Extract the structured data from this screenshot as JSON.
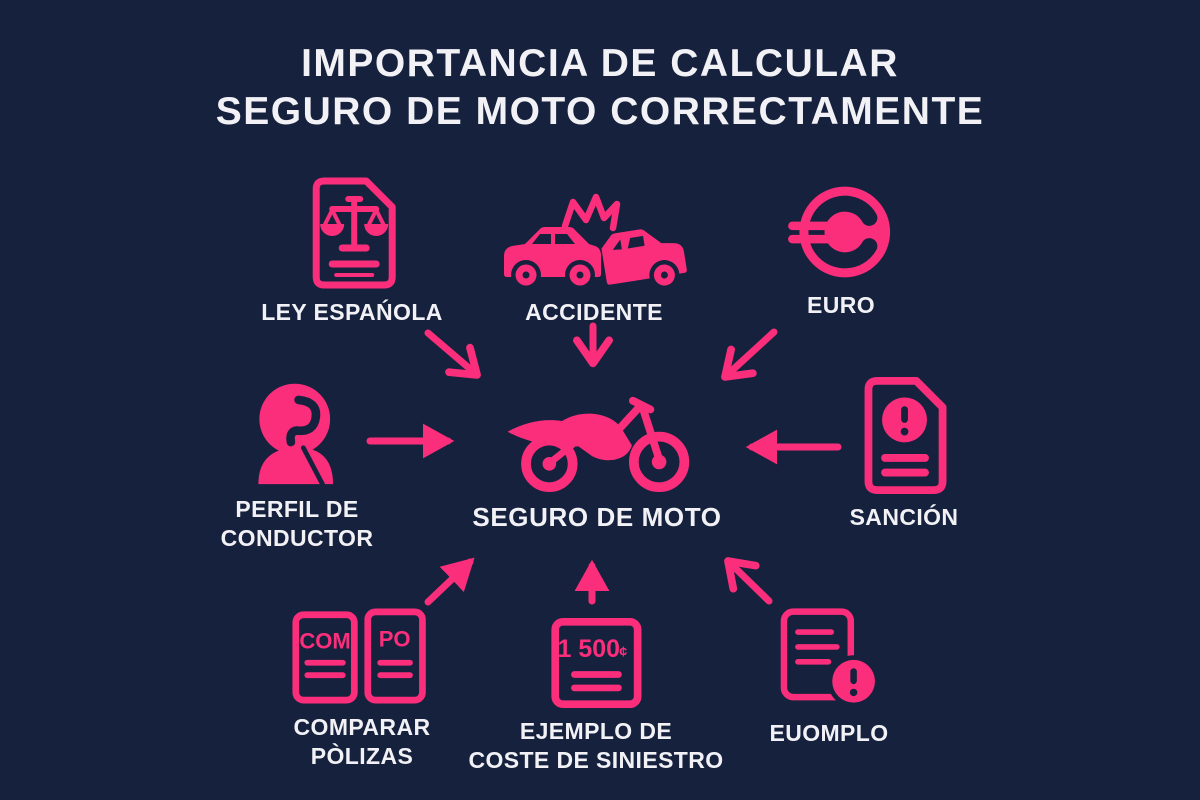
{
  "colors": {
    "background": "#16213D",
    "accent": "#FB2E7C",
    "text_white": "#F1F1F6"
  },
  "title": "IMPORTANCIA DE CALCULAR\nSEGURO DE MOTO CORRECTAMENTE",
  "center": {
    "label": "SEGURO DE MOTO",
    "icon": "motorcycle-icon"
  },
  "nodes": [
    {
      "id": "ley-espanola",
      "label": "LEY ESPAŃOLA",
      "icon": "law-scales-document-icon"
    },
    {
      "id": "accidente",
      "label": "ACCIDENTE",
      "icon": "car-crash-icon"
    },
    {
      "id": "euro",
      "label": "EURO",
      "icon": "euro-coin-icon"
    },
    {
      "id": "perfil-de-conductor",
      "label": "PERFIL DE\nCONDUCTOR",
      "icon": "motorcyclist-helmet-icon"
    },
    {
      "id": "sancion",
      "label": "SANCIÓN",
      "icon": "warning-document-icon"
    },
    {
      "id": "comparar-polizas",
      "label": "COMPARAR\nPÒLIZAS",
      "icon": "compare-documents-icon",
      "doc1_text": "COM",
      "doc2_text": "PO"
    },
    {
      "id": "ejemplo-coste",
      "label": "EJEMPLO DE\nCOSTE DE SINIESTRO",
      "icon": "cost-receipt-icon",
      "amount": "1 500",
      "currency_symbol": "¢"
    },
    {
      "id": "euomplo",
      "label": "EUOMPLO",
      "icon": "alert-document-icon"
    }
  ]
}
